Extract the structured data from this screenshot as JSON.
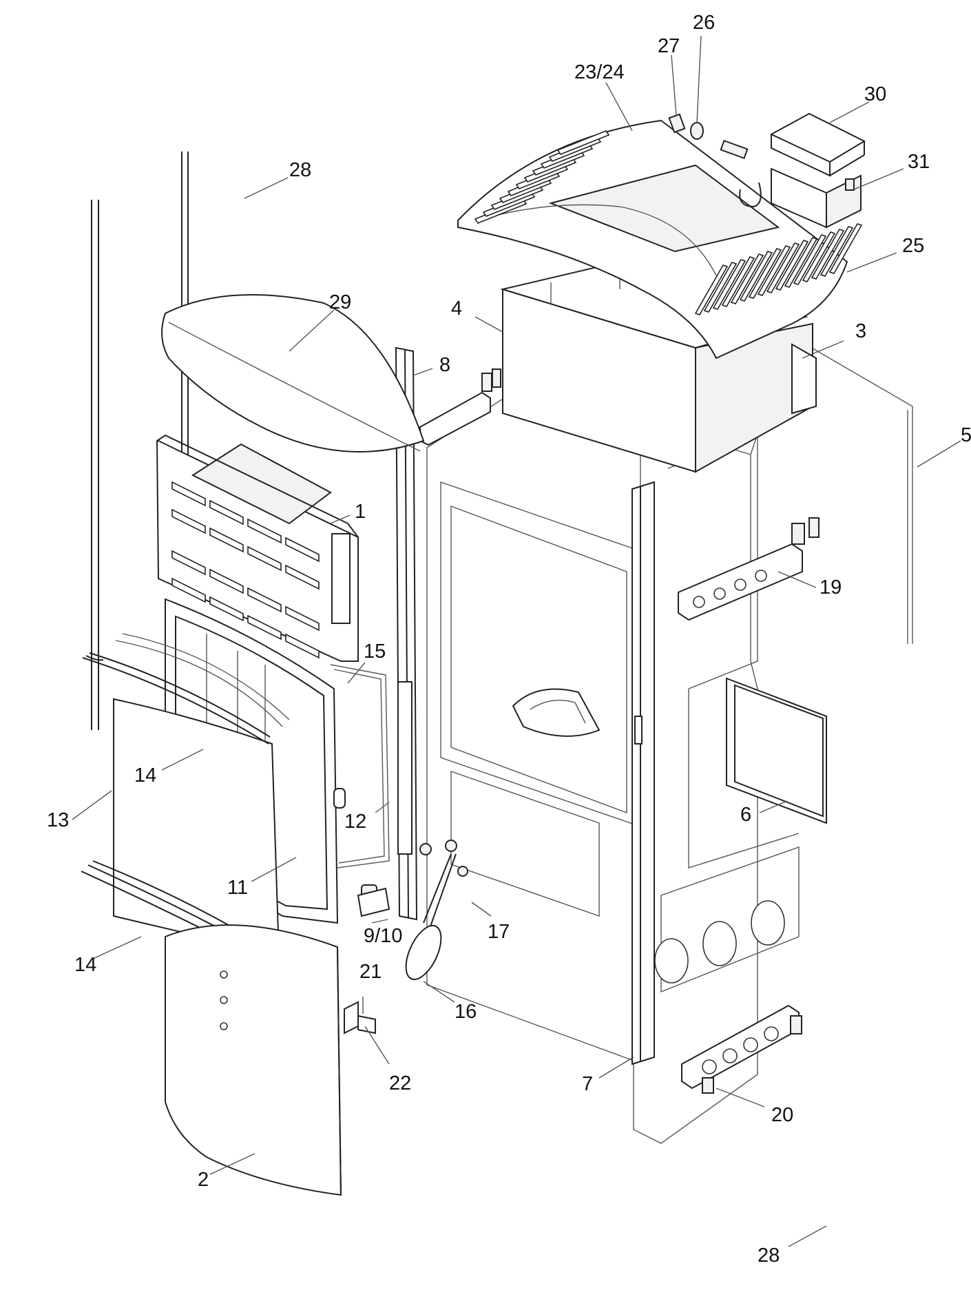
{
  "diagram": {
    "type": "exploded-parts-diagram",
    "callouts": [
      {
        "id": "c28a",
        "label": "28"
      },
      {
        "id": "c27",
        "label": "27"
      },
      {
        "id": "c26",
        "label": "26"
      },
      {
        "id": "c2324",
        "label": "23/24"
      },
      {
        "id": "c30",
        "label": "30"
      },
      {
        "id": "c31",
        "label": "31"
      },
      {
        "id": "c25",
        "label": "25"
      },
      {
        "id": "c29",
        "label": "29"
      },
      {
        "id": "c4",
        "label": "4"
      },
      {
        "id": "c3",
        "label": "3"
      },
      {
        "id": "c8",
        "label": "8"
      },
      {
        "id": "c5",
        "label": "5"
      },
      {
        "id": "c1",
        "label": "1"
      },
      {
        "id": "c19",
        "label": "19"
      },
      {
        "id": "c15",
        "label": "15"
      },
      {
        "id": "c14a",
        "label": "14"
      },
      {
        "id": "c13",
        "label": "13"
      },
      {
        "id": "c12",
        "label": "12"
      },
      {
        "id": "c6",
        "label": "6"
      },
      {
        "id": "c11",
        "label": "11"
      },
      {
        "id": "c17",
        "label": "17"
      },
      {
        "id": "c910",
        "label": "9/10"
      },
      {
        "id": "c14b",
        "label": "14"
      },
      {
        "id": "c21",
        "label": "21"
      },
      {
        "id": "c16",
        "label": "16"
      },
      {
        "id": "c22",
        "label": "22"
      },
      {
        "id": "c7",
        "label": "7"
      },
      {
        "id": "c20",
        "label": "20"
      },
      {
        "id": "c2",
        "label": "2"
      },
      {
        "id": "c28b",
        "label": "28"
      }
    ]
  }
}
